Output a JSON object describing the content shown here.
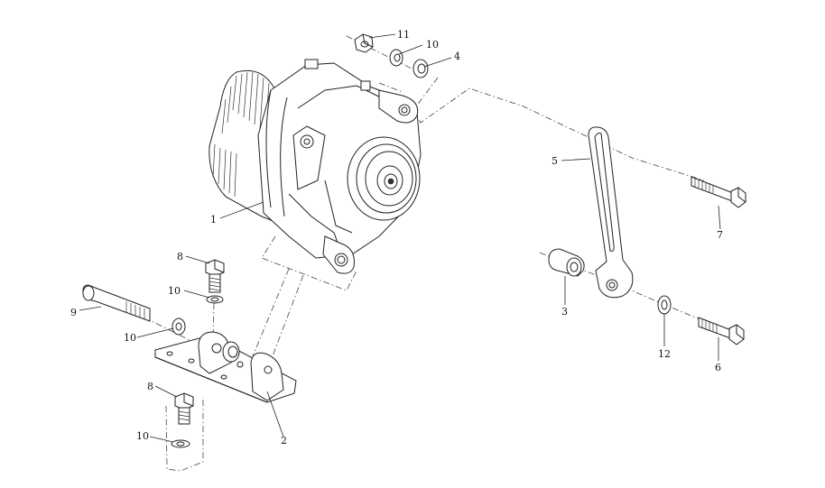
{
  "callouts": [
    {
      "id": "c11",
      "label": "11"
    },
    {
      "id": "c10a",
      "label": "10"
    },
    {
      "id": "c4",
      "label": "4"
    },
    {
      "id": "c1",
      "label": "1"
    },
    {
      "id": "c5",
      "label": "5"
    },
    {
      "id": "c7",
      "label": "7"
    },
    {
      "id": "c8a",
      "label": "8"
    },
    {
      "id": "c10b",
      "label": "10"
    },
    {
      "id": "c9",
      "label": "9"
    },
    {
      "id": "c10c",
      "label": "10"
    },
    {
      "id": "c3",
      "label": "3"
    },
    {
      "id": "c12",
      "label": "12"
    },
    {
      "id": "c6",
      "label": "6"
    },
    {
      "id": "c8b",
      "label": "8"
    },
    {
      "id": "c2",
      "label": "2"
    },
    {
      "id": "c10d",
      "label": "10"
    }
  ]
}
